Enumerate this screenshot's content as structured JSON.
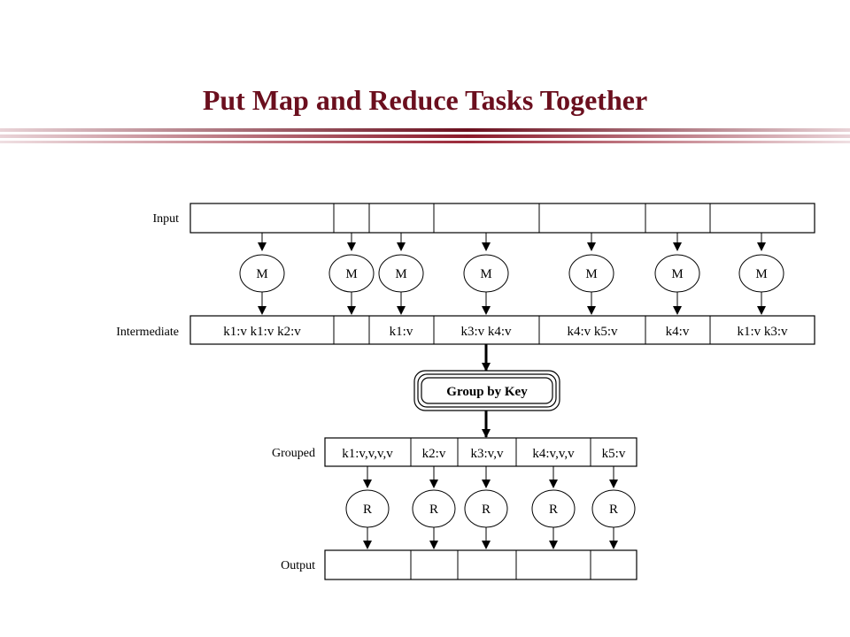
{
  "title": "Put Map and Reduce Tasks Together",
  "row_labels": {
    "input": "Input",
    "intermediate": "Intermediate",
    "grouped": "Grouped",
    "output": "Output"
  },
  "intermediate_cells": [
    "k1:v k1:v k2:v",
    "",
    "k1:v",
    "k3:v k4:v",
    "k4:v k5:v",
    "k4:v",
    "k1:v k3:v"
  ],
  "grouped_cells": [
    "k1:v,v,v,v",
    "k2:v",
    "k3:v,v",
    "k4:v,v,v",
    "k5:v"
  ],
  "map_label": "M",
  "reduce_label": "R",
  "group_by_key": "Group by Key"
}
